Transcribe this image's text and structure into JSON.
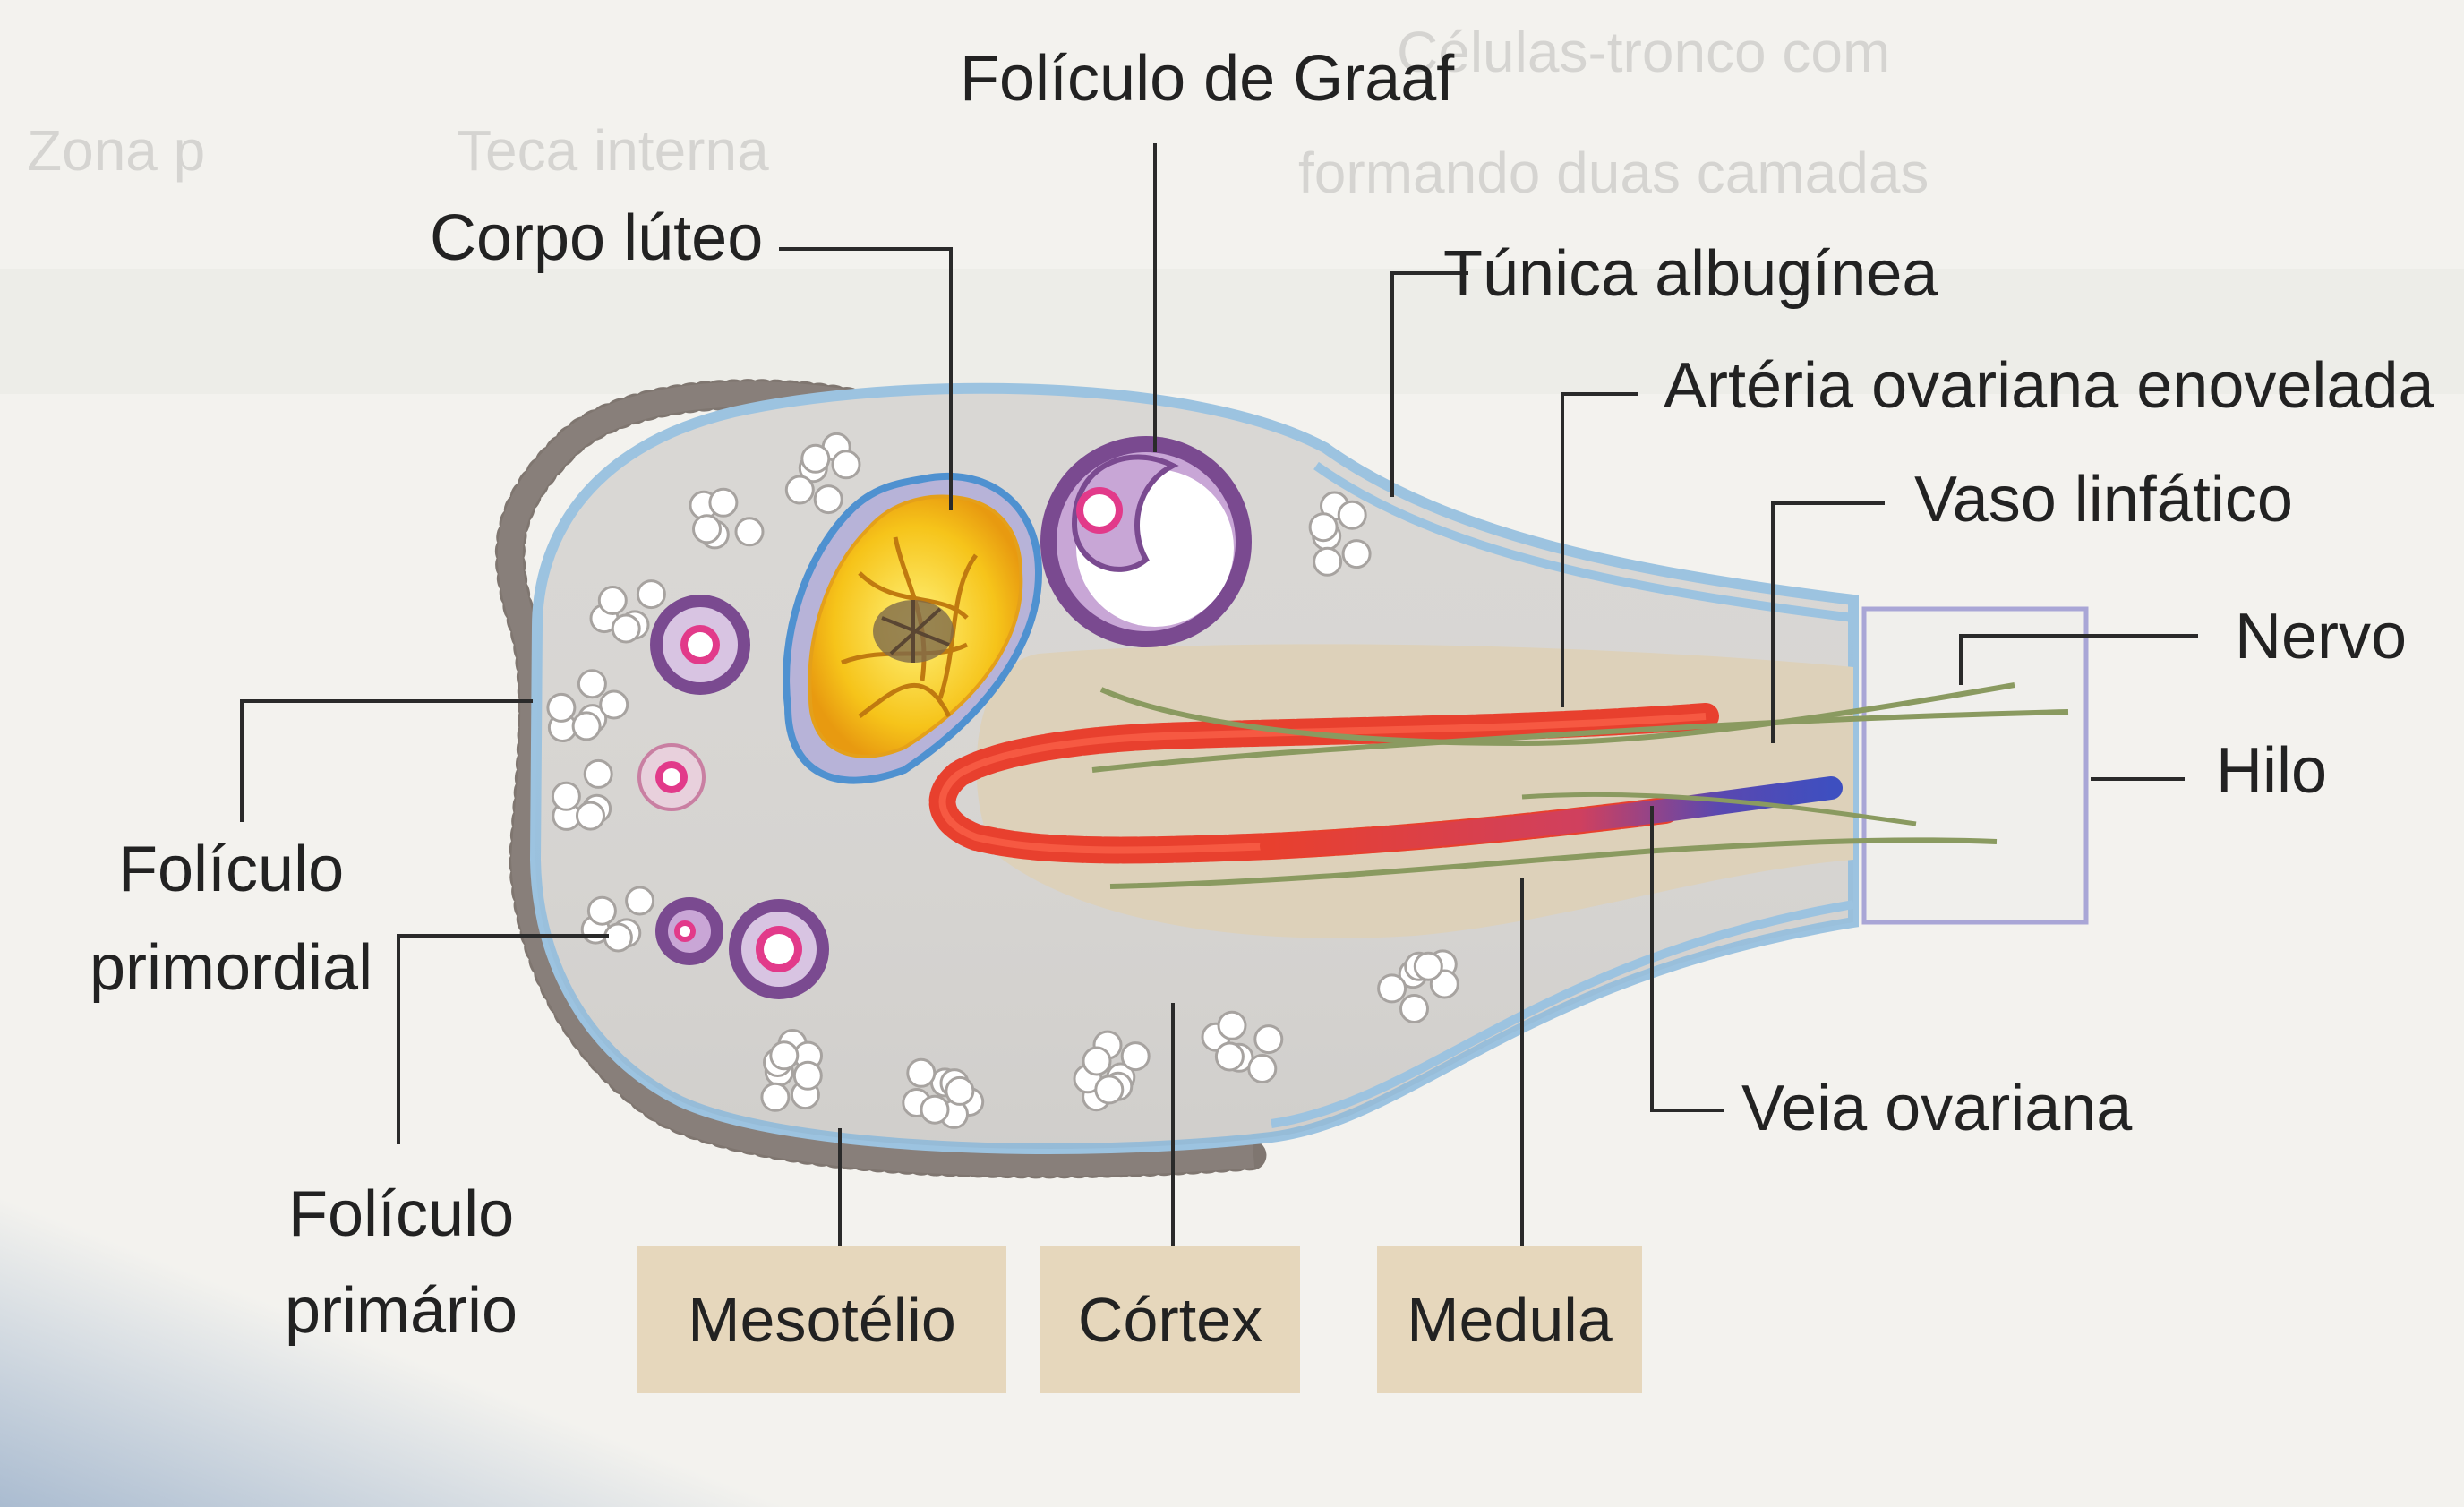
{
  "labels": {
    "graaf": "Folículo de Graaf",
    "corpo_luteo": "Corpo lúteo",
    "tunica": "Túnica albugínea",
    "arteria": "Artéria ovariana enovelada",
    "vaso": "Vaso linfático",
    "nervo": "Nervo",
    "hilo": "Hilo",
    "veia": "Veia ovariana",
    "primordial_1": "Folículo",
    "primordial_2": "primordial",
    "primario_1": "Folículo",
    "primario_2": "primário",
    "mesotelio": "Mesotélio",
    "cortex": "Córtex",
    "medula": "Medula"
  },
  "bleed_through": {
    "line1": "Células-tronco com",
    "line2": "Teca interna",
    "line3": "Zona p",
    "line4": "formando duas camadas"
  },
  "colors": {
    "background": "#f3f2ee",
    "cortex_fill": "#d9d7d4",
    "medulla_fill": "#ddd1ba",
    "tunica": "#9cc3e0",
    "artery": "#e8402e",
    "vein": "#3e4fc0",
    "lymph": "#8a9a60",
    "follicle_purple": "#7a4a90",
    "follicle_pink": "#e23a8a",
    "corpus_yellow": "#f4c21a",
    "box_fill": "#e6d7bc",
    "hilum_box": "#a9a6d6"
  }
}
